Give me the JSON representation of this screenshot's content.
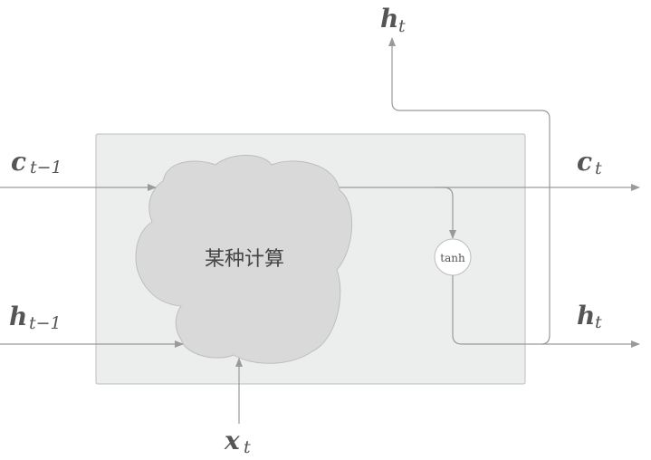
{
  "diagram": {
    "cell_label": "某种计算",
    "activation_label": "tanh",
    "inputs": {
      "c_prev": {
        "symbol": "c",
        "subscript": "t−1"
      },
      "h_prev": {
        "symbol": "h",
        "subscript": "t−1"
      },
      "x": {
        "symbol": "x",
        "subscript": "t"
      }
    },
    "outputs": {
      "c_out": {
        "symbol": "c",
        "subscript": "t"
      },
      "h_out_right": {
        "symbol": "h",
        "subscript": "t"
      },
      "h_out_top": {
        "symbol": "h",
        "subscript": "t"
      }
    },
    "colors": {
      "box_fill": "#eceded",
      "box_stroke": "#bdbdbd",
      "cloud_fill": "#d9d9d9",
      "cloud_stroke": "#bdbdbd",
      "line": "#9a9a9a",
      "text": "#555555"
    }
  }
}
